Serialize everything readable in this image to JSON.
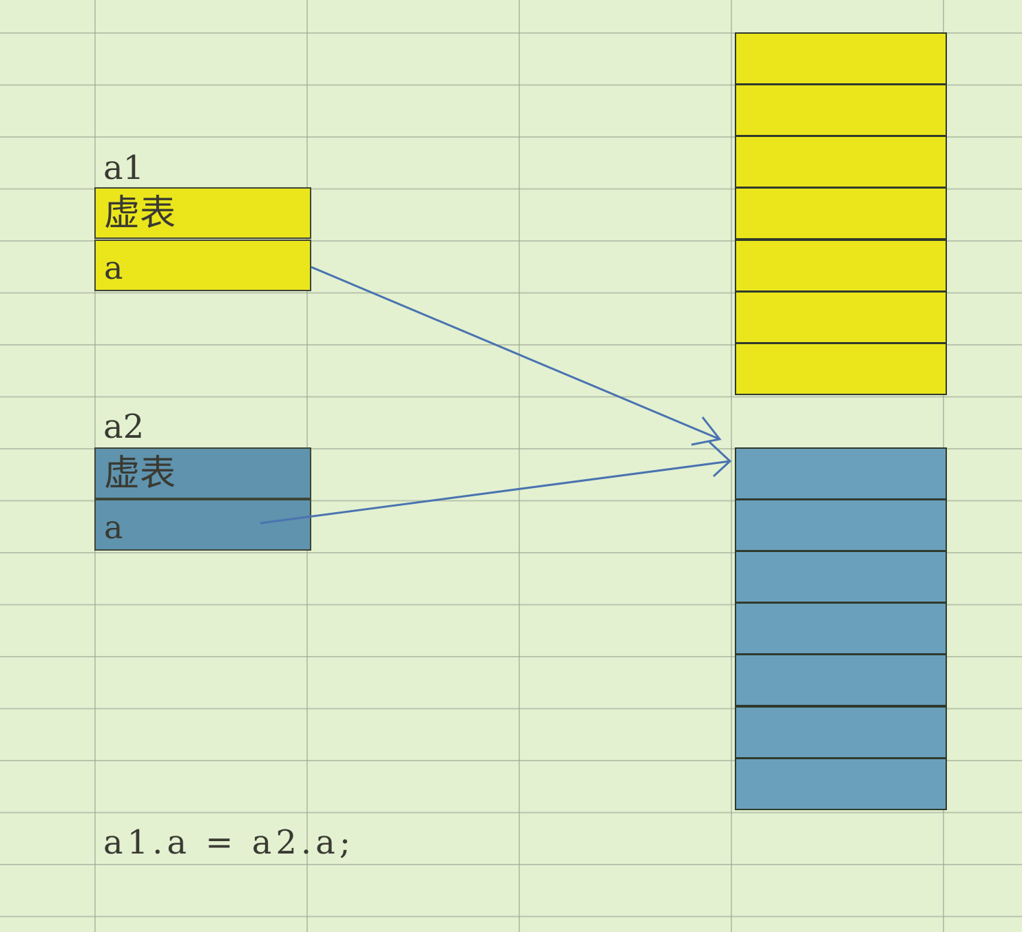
{
  "objects": {
    "a1": {
      "name": "a1",
      "vtable_label": "虚表",
      "member_label": "a",
      "color": "#ebe61c"
    },
    "a2": {
      "name": "a2",
      "vtable_label": "虚表",
      "member_label": "a",
      "color": "#5f93ae"
    }
  },
  "memory_blocks": {
    "yellow": {
      "count": 7,
      "color": "#ebe61c"
    },
    "blue": {
      "count": 7,
      "color": "#6aa0bc"
    }
  },
  "arrow_color": "#4a73b0",
  "code": "a1.a = a2.a;"
}
